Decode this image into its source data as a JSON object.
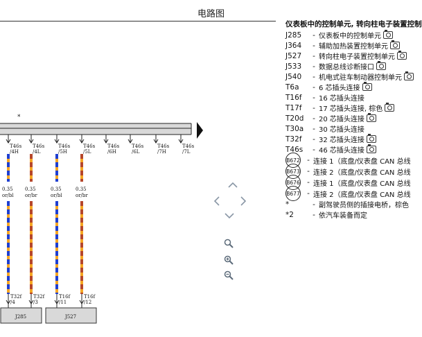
{
  "page": {
    "title": "电路图"
  },
  "diagram": {
    "asterisk": "*",
    "connectors": [
      "T46s /4H",
      "T46s /4L",
      "T46s /5H",
      "T46s /5L",
      "T46s /6H",
      "T46s /6L",
      "T46s /7H",
      "T46s /7L"
    ],
    "wires": [
      {
        "size": "0.35",
        "color": "or/bl"
      },
      {
        "size": "0.35",
        "color": "or/br"
      },
      {
        "size": "0.35",
        "color": "or/bl"
      },
      {
        "size": "0.35",
        "color": "or/br"
      }
    ],
    "bottom_pins": [
      "T32f /4",
      "T32f /3",
      "T16f /11",
      "T16f /12"
    ],
    "components": [
      "J285",
      "J527"
    ],
    "wire_colors": {
      "orange": "#f5a623",
      "blue": "#1f3fd1",
      "brown": "#b5462b",
      "bar": "#d9d9d9"
    }
  },
  "nav": {
    "up": "chevron-up",
    "down": "chevron-down",
    "left": "chevron-left",
    "right": "chevron-right",
    "zoom_fit": "magnifier",
    "zoom_in": "zoom-in",
    "zoom_out": "zoom-out"
  },
  "legend": {
    "title": "仪表板中的控制单元, 转向柱电子装置控制",
    "items": [
      {
        "code": "J285",
        "desc": "仪表板中的控制单元",
        "camera": true
      },
      {
        "code": "J364",
        "desc": "辅助加热装置控制单元",
        "camera": true
      },
      {
        "code": "J527",
        "desc": "转向柱电子装置控制单元",
        "camera": true
      },
      {
        "code": "J533",
        "desc": "数据总线诊断接口",
        "camera": true
      },
      {
        "code": "J540",
        "desc": "机电式驻车制动器控制单元",
        "camera": true
      },
      {
        "code": "T6a",
        "desc": "6 芯插头连接",
        "camera": true
      },
      {
        "code": "T16f",
        "desc": "16 芯插头连接",
        "camera": false
      },
      {
        "code": "T17f",
        "desc": "17 芯插头连接, 棕色",
        "camera": true
      },
      {
        "code": "T20d",
        "desc": "20 芯插头连接",
        "camera": true
      },
      {
        "code": "T30a",
        "desc": "30 芯插头连接",
        "camera": false
      },
      {
        "code": "T32f",
        "desc": "32 芯插头连接",
        "camera": true
      },
      {
        "code": "T46s",
        "desc": "46 芯插头连接",
        "camera": true
      }
    ],
    "bus": [
      {
        "code": "B672",
        "desc": "连接 1（底盘/仪表盘 CAN 总线"
      },
      {
        "code": "B673",
        "desc": "连接 2（底盘/仪表盘 CAN 总线"
      },
      {
        "code": "B676",
        "desc": "连接 1（底盘/仪表盘 CAN 总线"
      },
      {
        "code": "B677",
        "desc": "连接 2（底盘/仪表盘 CAN 总线"
      }
    ],
    "notes": [
      {
        "code": "*",
        "desc": "副驾驶员侧的插接电桥，棕色"
      },
      {
        "code": "*2",
        "desc": "依汽车装备而定"
      }
    ]
  }
}
